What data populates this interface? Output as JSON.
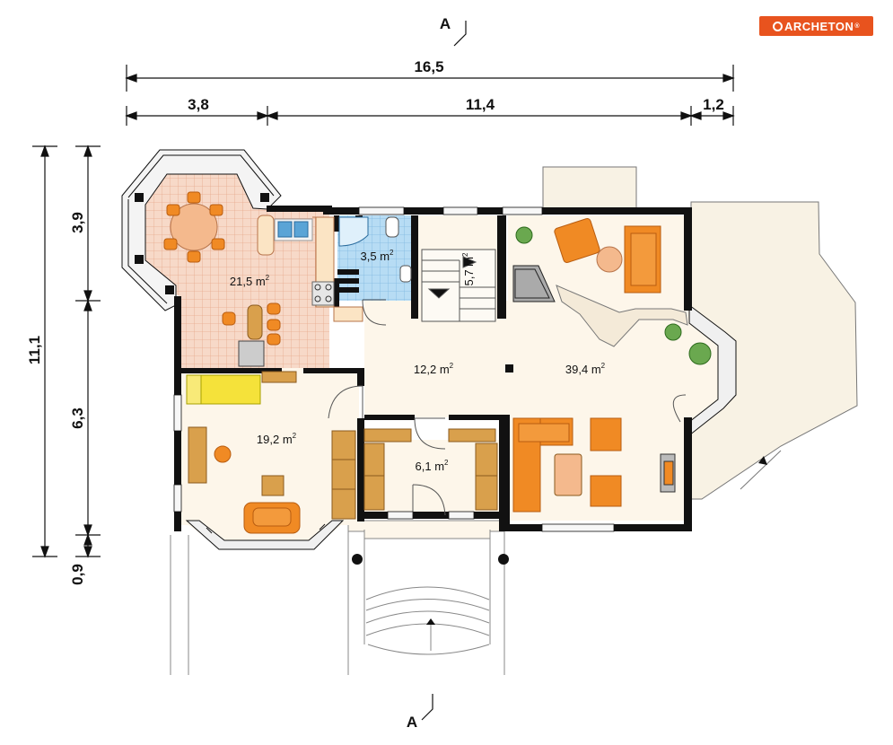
{
  "brand": {
    "name": "ARCHETON",
    "mark": "®"
  },
  "section_marks": {
    "top": "A",
    "bottom": "A"
  },
  "dimensions": {
    "total_width": "16,5",
    "segment_left": "3,8",
    "segment_middle": "11,4",
    "segment_right": "1,2",
    "total_depth": "11,1",
    "depth_top": "3,9",
    "depth_middle": "6,3",
    "depth_bottom": "0,9"
  },
  "rooms": [
    {
      "id": "kitchen",
      "value": "21,5"
    },
    {
      "id": "bathroom",
      "value": "3,5"
    },
    {
      "id": "stairs",
      "value": "5,7"
    },
    {
      "id": "hall",
      "value": "12,2"
    },
    {
      "id": "living",
      "value": "39,4"
    },
    {
      "id": "bedroom",
      "value": "19,2"
    },
    {
      "id": "vestibule",
      "value": "6,1"
    }
  ],
  "unit": {
    "base": "m",
    "exp": "2"
  },
  "colors": {
    "wall": "#111111",
    "floor": "#fdf6ea",
    "tile": "#f3c9b4",
    "bath_tile": "#a9d4f1",
    "furniture": "#f08a24",
    "wood": "#d9a04c",
    "terrace": "#f7f1e3",
    "brand": "#e8531e"
  }
}
